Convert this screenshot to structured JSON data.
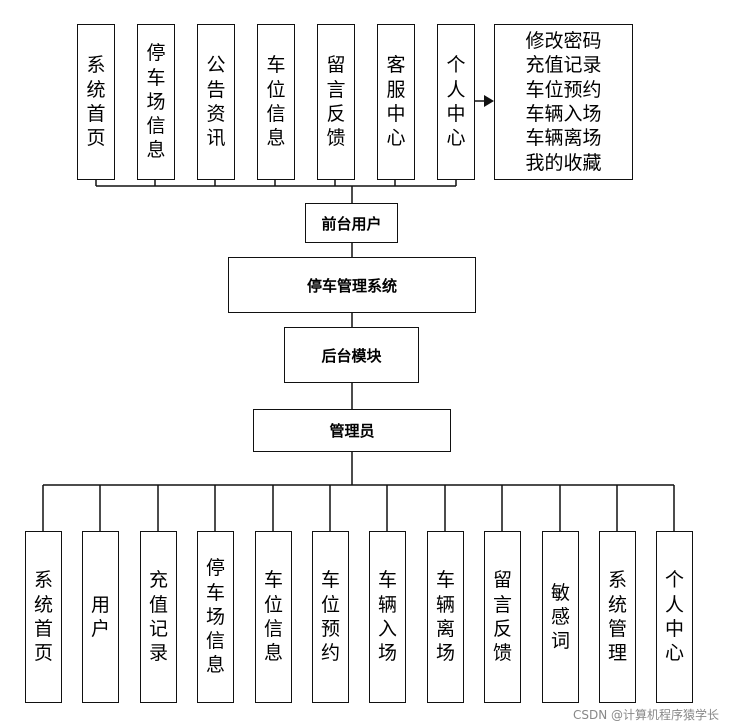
{
  "header_clip": "",
  "frontend_modules": [
    "系统首页",
    "停车场信息",
    "公告资讯",
    "车位信息",
    "留言反馈",
    "客服中心",
    "个人中心"
  ],
  "personal_center_items": [
    "修改密码",
    "充值记录",
    "车位预约",
    "车辆入场",
    "车辆离场",
    "我的收藏"
  ],
  "frontend_user": "前台用户",
  "system": "停车管理系统",
  "backend_module": "后台模块",
  "admin": "管理员",
  "admin_modules": [
    "系统首页",
    "用户",
    "充值记录",
    "停车场信息",
    "车位信息",
    "车位预约",
    "车辆入场",
    "车辆离场",
    "留言反馈",
    "敏感词",
    "系统管理",
    "个人中心"
  ],
  "watermark": "CSDN @计算机程序猿学长"
}
